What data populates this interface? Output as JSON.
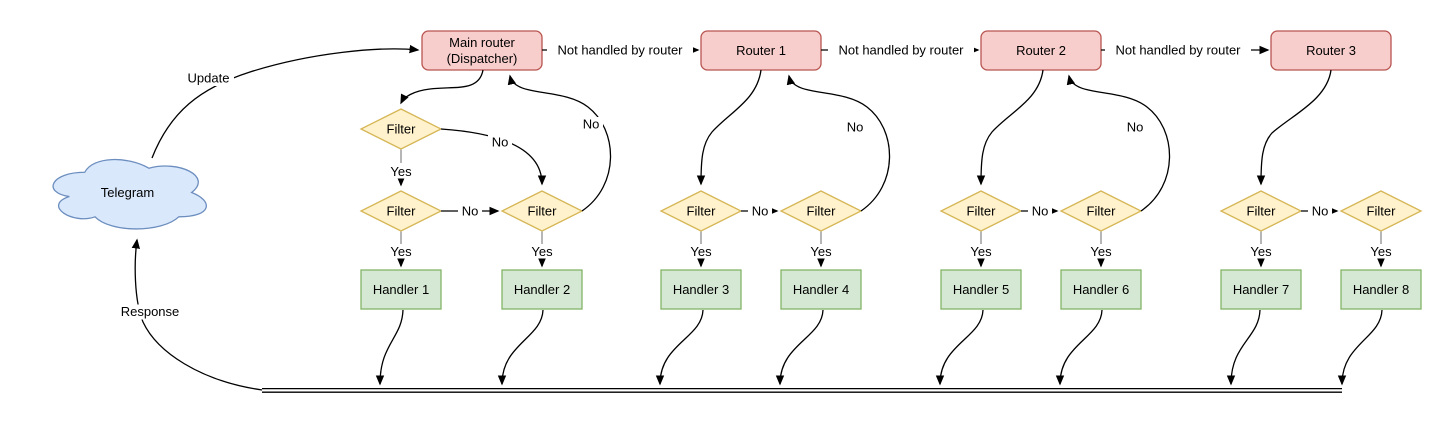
{
  "cloud": {
    "label": "Telegram"
  },
  "edges": {
    "update_label": "Update",
    "response_label": "Response",
    "not_handled_label": "Not handled by router",
    "yes_label": "Yes",
    "no_label": "No"
  },
  "nodes": {
    "dispatcher": {
      "line1": "Main router",
      "line2": "(Dispatcher)"
    },
    "routers": [
      "Router 1",
      "Router 2",
      "Router 3"
    ],
    "filter_label": "Filter",
    "handlers": [
      "Handler 1",
      "Handler 2",
      "Handler 3",
      "Handler 4",
      "Handler 5",
      "Handler 6",
      "Handler 7",
      "Handler 8"
    ]
  },
  "colors": {
    "cloud_fill": "#dae8fc",
    "cloud_stroke": "#6c8ebf",
    "router_fill": "#f8cecc",
    "router_stroke": "#b85450",
    "filter_fill": "#fff2cc",
    "filter_stroke": "#d6b656",
    "handler_fill": "#d5e8d4",
    "handler_stroke": "#82b366",
    "edge_color": "#000000",
    "stub_color": "#8f8f8f"
  }
}
